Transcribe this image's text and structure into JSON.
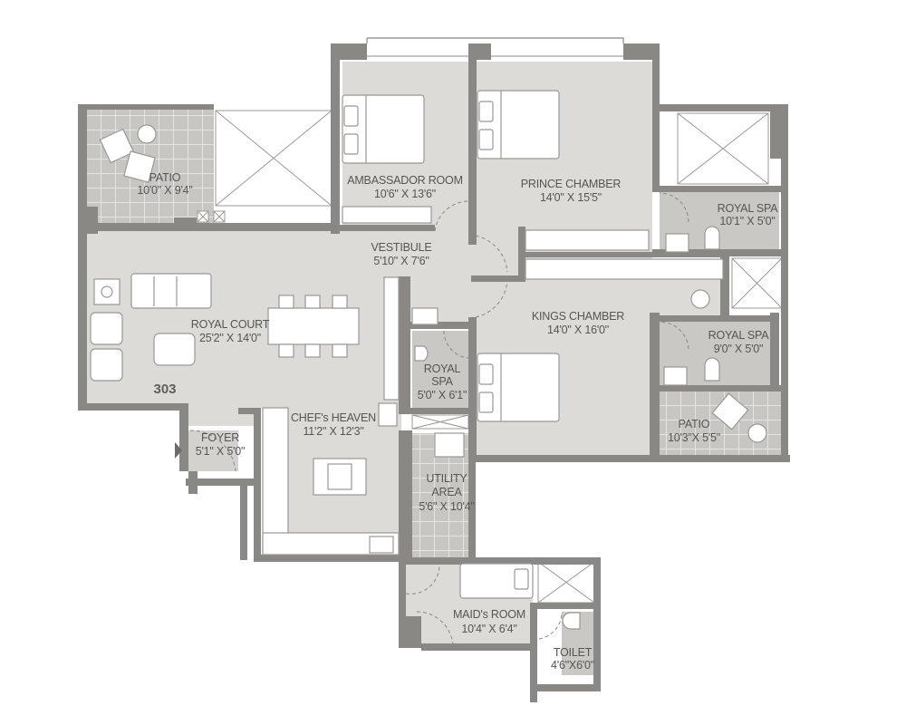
{
  "plan": {
    "unit_number": "303",
    "colors": {
      "wall": "#8a8884",
      "floor": "#dcdbd8",
      "wet_floor": "#c9c8c4",
      "tile": "#c7c6c2",
      "tile_line": "#eeeeec",
      "furniture": "#ffffff",
      "text": "#555552"
    },
    "rooms": [
      {
        "name": "PATIO",
        "size": "10'0\" X 9'4\""
      },
      {
        "name": "AMBASSADOR ROOM",
        "size": "10'6\" X 13'6\""
      },
      {
        "name": "PRINCE CHAMBER",
        "size": "14'0\" X 15'5\""
      },
      {
        "name": "ROYAL SPA",
        "size": "10'1\" X 5'0\""
      },
      {
        "name": "VESTIBULE",
        "size": "5'10\" X 7'6\""
      },
      {
        "name": "KINGS CHAMBER",
        "size": "14'0\" X 16'0\""
      },
      {
        "name": "ROYAL SPA",
        "size": "9'0\" X 5'0\""
      },
      {
        "name": "PATIO",
        "size": "10'3\"X 5'5\""
      },
      {
        "name": "ROYAL COURT",
        "size": "25'2\" X 14'0\""
      },
      {
        "name": "ROYAL",
        "name2": "SPA",
        "size": "5'0\" X 6'1\""
      },
      {
        "name": "CHEF's HEAVEN",
        "size": "11'2\" X 12'3\""
      },
      {
        "name": "FOYER",
        "size": "5'1\" X 5'0\""
      },
      {
        "name": "UTILITY",
        "name2": "AREA",
        "size": "5'6\" X 10'4\""
      },
      {
        "name": "MAID's ROOM",
        "size": "10'4\" X 6'4\""
      },
      {
        "name": "TOILET",
        "size": "4'6\"X6'0\""
      }
    ]
  }
}
